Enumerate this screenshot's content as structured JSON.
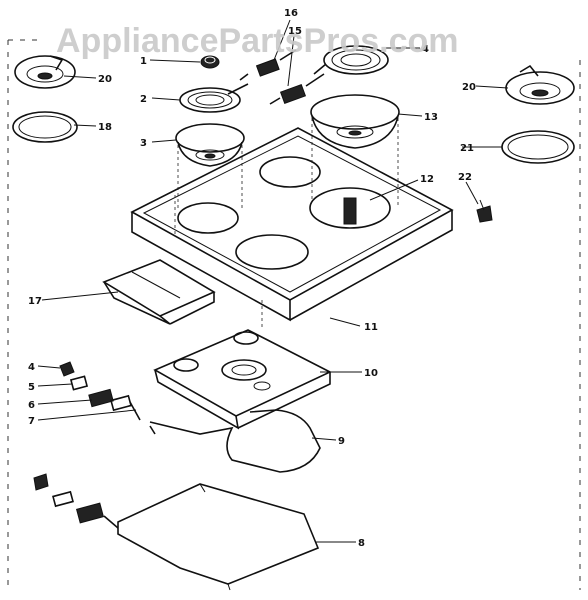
{
  "watermark": "AppliancePartsPros.com",
  "labels": {
    "l1": "1",
    "l2": "2",
    "l3": "3",
    "l4a": "4",
    "l4b": "4",
    "l5": "5",
    "l6": "6",
    "l7": "7",
    "l8": "8",
    "l9": "9",
    "l10": "10",
    "l11": "11",
    "l12": "12",
    "l13": "13",
    "l15": "15",
    "l16": "16",
    "l17": "17",
    "l18": "18",
    "l20a": "20",
    "l20b": "20",
    "l21": "21",
    "l22": "22"
  },
  "colors": {
    "ink": "#111111",
    "watermark": "#c9c9c9",
    "paper": "#ffffff"
  }
}
